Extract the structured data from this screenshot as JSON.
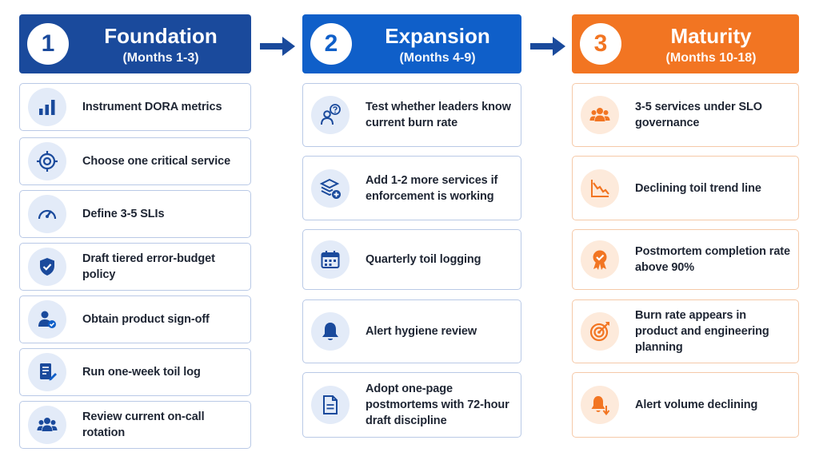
{
  "phases": [
    {
      "number": "1",
      "title": "Foundation",
      "subtitle": "(Months 1-3)",
      "items": [
        {
          "icon": "bar-chart-icon",
          "text": "Instrument DORA metrics"
        },
        {
          "icon": "target-crosshair-icon",
          "text": "Choose one critical service"
        },
        {
          "icon": "gauge-icon",
          "text": "Define 3-5 SLIs"
        },
        {
          "icon": "shield-check-icon",
          "text": "Draft tiered error-budget policy"
        },
        {
          "icon": "user-check-icon",
          "text": "Obtain product sign-off"
        },
        {
          "icon": "document-edit-icon",
          "text": "Run one-week toil log"
        },
        {
          "icon": "team-icon",
          "text": "Review current on-call rotation"
        }
      ]
    },
    {
      "number": "2",
      "title": "Expansion",
      "subtitle": "(Months 4-9)",
      "items": [
        {
          "icon": "user-question-icon",
          "text": "Test whether leaders know current burn rate"
        },
        {
          "icon": "layers-add-icon",
          "text": "Add 1-2 more services if enforcement is working"
        },
        {
          "icon": "calendar-icon",
          "text": "Quarterly toil logging"
        },
        {
          "icon": "bell-icon",
          "text": "Alert hygiene review"
        },
        {
          "icon": "document-icon",
          "text": "Adopt one-page postmortems with 72-hour draft discipline"
        }
      ]
    },
    {
      "number": "3",
      "title": "Maturity",
      "subtitle": "(Months 10-18)",
      "items": [
        {
          "icon": "team-icon",
          "text": "3-5 services under SLO governance"
        },
        {
          "icon": "declining-trend-icon",
          "text": "Declining toil trend line"
        },
        {
          "icon": "award-badge-icon",
          "text": "Postmortem completion rate above 90%"
        },
        {
          "icon": "target-arrow-icon",
          "text": "Burn rate appears in product and engineering planning"
        },
        {
          "icon": "bell-down-icon",
          "text": "Alert volume declining"
        }
      ]
    }
  ],
  "colors": {
    "foundation": "#1a4a9c",
    "expansion": "#0f5fc9",
    "maturity": "#f27522",
    "arrow": "#1a4a9c"
  }
}
